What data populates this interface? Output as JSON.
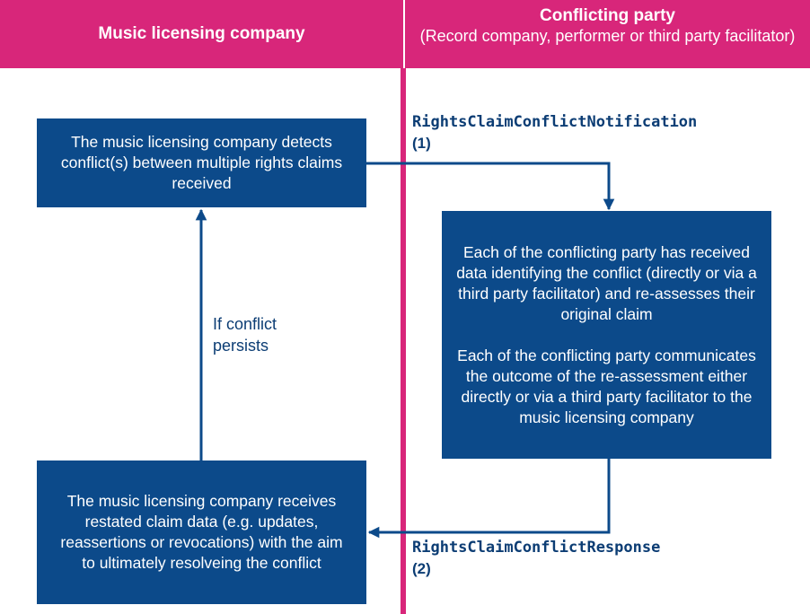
{
  "header": {
    "left_title": "Music licensing company",
    "right_title": "Conflicting party",
    "right_subtitle": "(Record company, performer or third party facilitator)"
  },
  "boxes": {
    "detect": "The music licensing company detects conflict(s) between multiple rights claims received",
    "party_p1": "Each of the conflicting party has received data identifying the conflict (directly or via a third party facilitator) and re-assesses their original claim",
    "party_p2": "Each of the conflicting party communicates the outcome of the re-assessment either directly or via a third party facilitator to the music licensing company",
    "receive": "The music licensing company receives restated claim data (e.g. updates, reassertions or revocations) with the aim to ultimately resolveing the conflict"
  },
  "messages": {
    "notification_name": "RightsClaimConflictNotification",
    "notification_step": "(1)",
    "response_name": "RightsClaimConflictResponse",
    "response_step": "(2)"
  },
  "loop_label": "If conflict persists",
  "colors": {
    "header_magenta": "#d8267a",
    "box_navy": "#0c4a8a",
    "text_navy": "#0c3d74"
  }
}
